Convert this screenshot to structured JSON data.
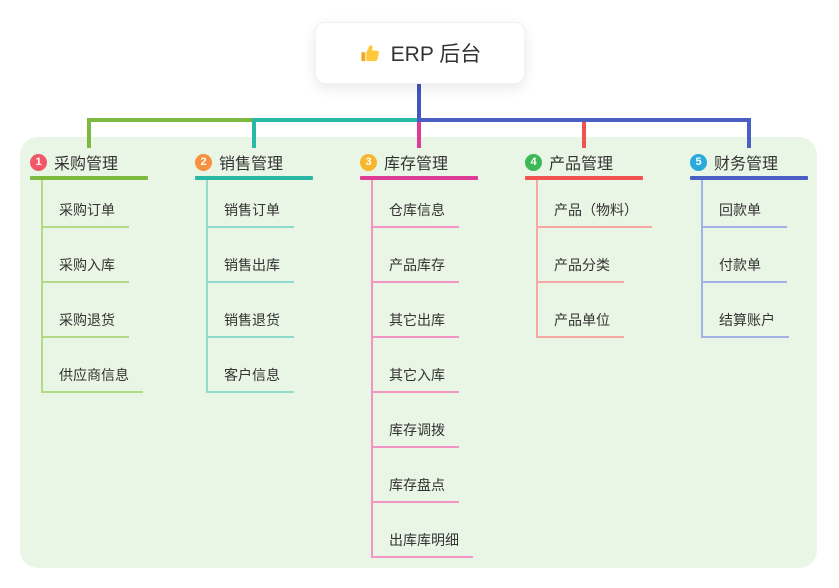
{
  "root": {
    "icon": "thumbs-up-icon",
    "title": "ERP 后台"
  },
  "colors": {
    "panel_bg": "#EAF6E5",
    "root_line": "#4456BD",
    "text": "#333333"
  },
  "branches": [
    {
      "index": "1",
      "title": "采购管理",
      "badge_color": "#F25767",
      "line_color": "#7CB93E",
      "light_color": "#B3DA87",
      "items": [
        "采购订单",
        "采购入库",
        "采购退货",
        "供应商信息"
      ]
    },
    {
      "index": "2",
      "title": "销售管理",
      "badge_color": "#F6913F",
      "line_color": "#28B8A4",
      "light_color": "#8FDCCF",
      "items": [
        "销售订单",
        "销售出库",
        "销售退货",
        "客户信息"
      ]
    },
    {
      "index": "3",
      "title": "库存管理",
      "badge_color": "#F8B62C",
      "line_color": "#DC3C96",
      "light_color": "#F294C4",
      "items": [
        "仓库信息",
        "产品库存",
        "其它出库",
        "其它入库",
        "库存调拨",
        "库存盘点",
        "出库库明细"
      ]
    },
    {
      "index": "4",
      "title": "产品管理",
      "badge_color": "#3CB858",
      "line_color": "#F05250",
      "light_color": "#F8A7A4",
      "items": [
        "产品（物料）",
        "产品分类",
        "产品单位"
      ]
    },
    {
      "index": "5",
      "title": "财务管理",
      "badge_color": "#29A9DC",
      "line_color": "#4B5EC4",
      "light_color": "#A3B1E5",
      "items": [
        "回款单",
        "付款单",
        "结算账户"
      ]
    }
  ]
}
